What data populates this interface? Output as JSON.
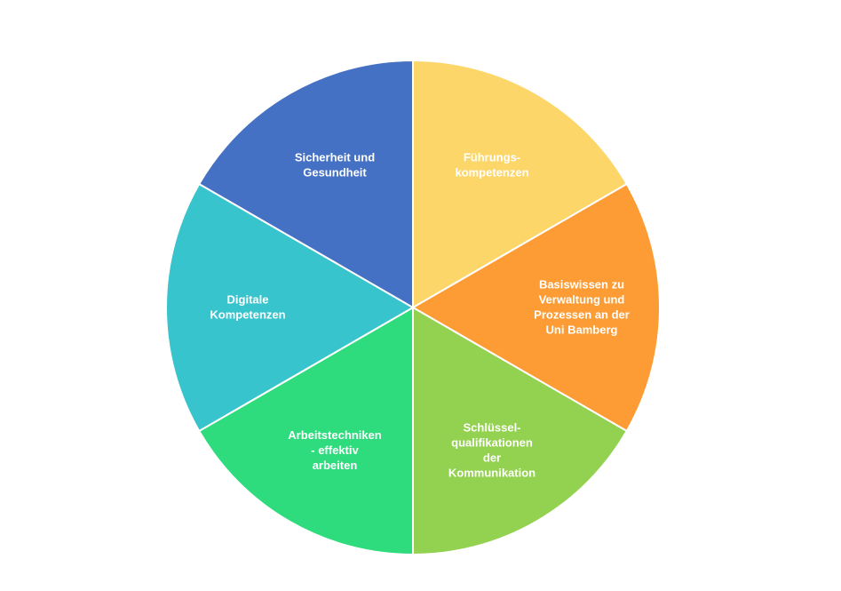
{
  "diagram": {
    "type": "circular-segment-wheel",
    "segments": [
      {
        "id": "fuehrung",
        "lines": [
          "Führungs-",
          "kompetenzen"
        ],
        "color": "#fdd66a"
      },
      {
        "id": "basiswissen",
        "lines": [
          "Basiswissen zu",
          "Verwaltung und",
          "Prozessen an der",
          "Uni Bamberg"
        ],
        "color": "#fd9c35"
      },
      {
        "id": "schluessel",
        "lines": [
          "Schlüssel-",
          "qualifikationen",
          "der",
          "Kommunikation"
        ],
        "color": "#93d150"
      },
      {
        "id": "arbeitstechniken",
        "lines": [
          "Arbeitstechniken",
          "- effektiv",
          "arbeiten"
        ],
        "color": "#2edb7d"
      },
      {
        "id": "digitale",
        "lines": [
          "Digitale",
          "Kompetenzen"
        ],
        "color": "#37c4cd"
      },
      {
        "id": "sicherheit",
        "lines": [
          "Sicherheit und",
          "Gesundheit"
        ],
        "color": "#4571c4"
      }
    ],
    "separator_color": "#ffffff",
    "text_color": "#ffffff"
  }
}
